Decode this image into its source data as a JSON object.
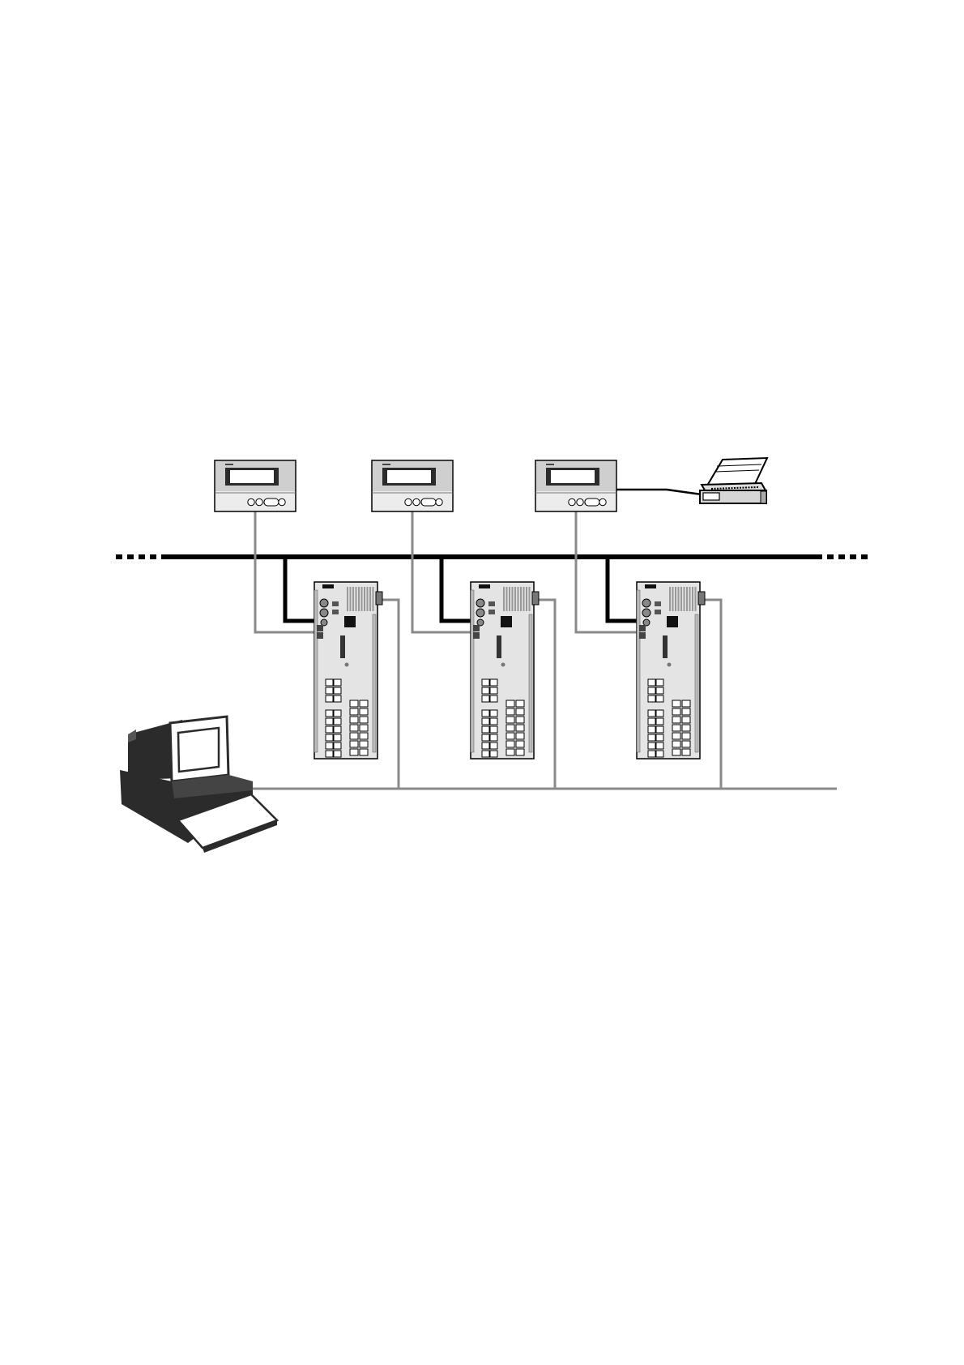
{
  "diagram": {
    "terminals": [
      {
        "id": "terminal-1",
        "brand": "",
        "has_printer": false
      },
      {
        "id": "terminal-2",
        "brand": "",
        "has_printer": false
      },
      {
        "id": "terminal-3",
        "brand": "",
        "has_printer": true
      }
    ],
    "controllers": [
      {
        "id": "controller-1"
      },
      {
        "id": "controller-2"
      },
      {
        "id": "controller-3"
      }
    ],
    "connections": {
      "terminal_to_controller": "gray-line",
      "bus_to_controller": "black-line",
      "controller_to_pc": "gray-line",
      "terminal_to_printer": "black-line"
    },
    "colors": {
      "bus": "#000000",
      "supervisory_line": "#8a8a8a",
      "terminal_body": "#ececec",
      "terminal_header": "#cfcfcf",
      "board": "#e4e4e4",
      "pc_dark": "#2b2b2b"
    },
    "icons": [
      "terminal-icon",
      "controller-board-icon",
      "printer-icon",
      "pc-icon"
    ]
  }
}
